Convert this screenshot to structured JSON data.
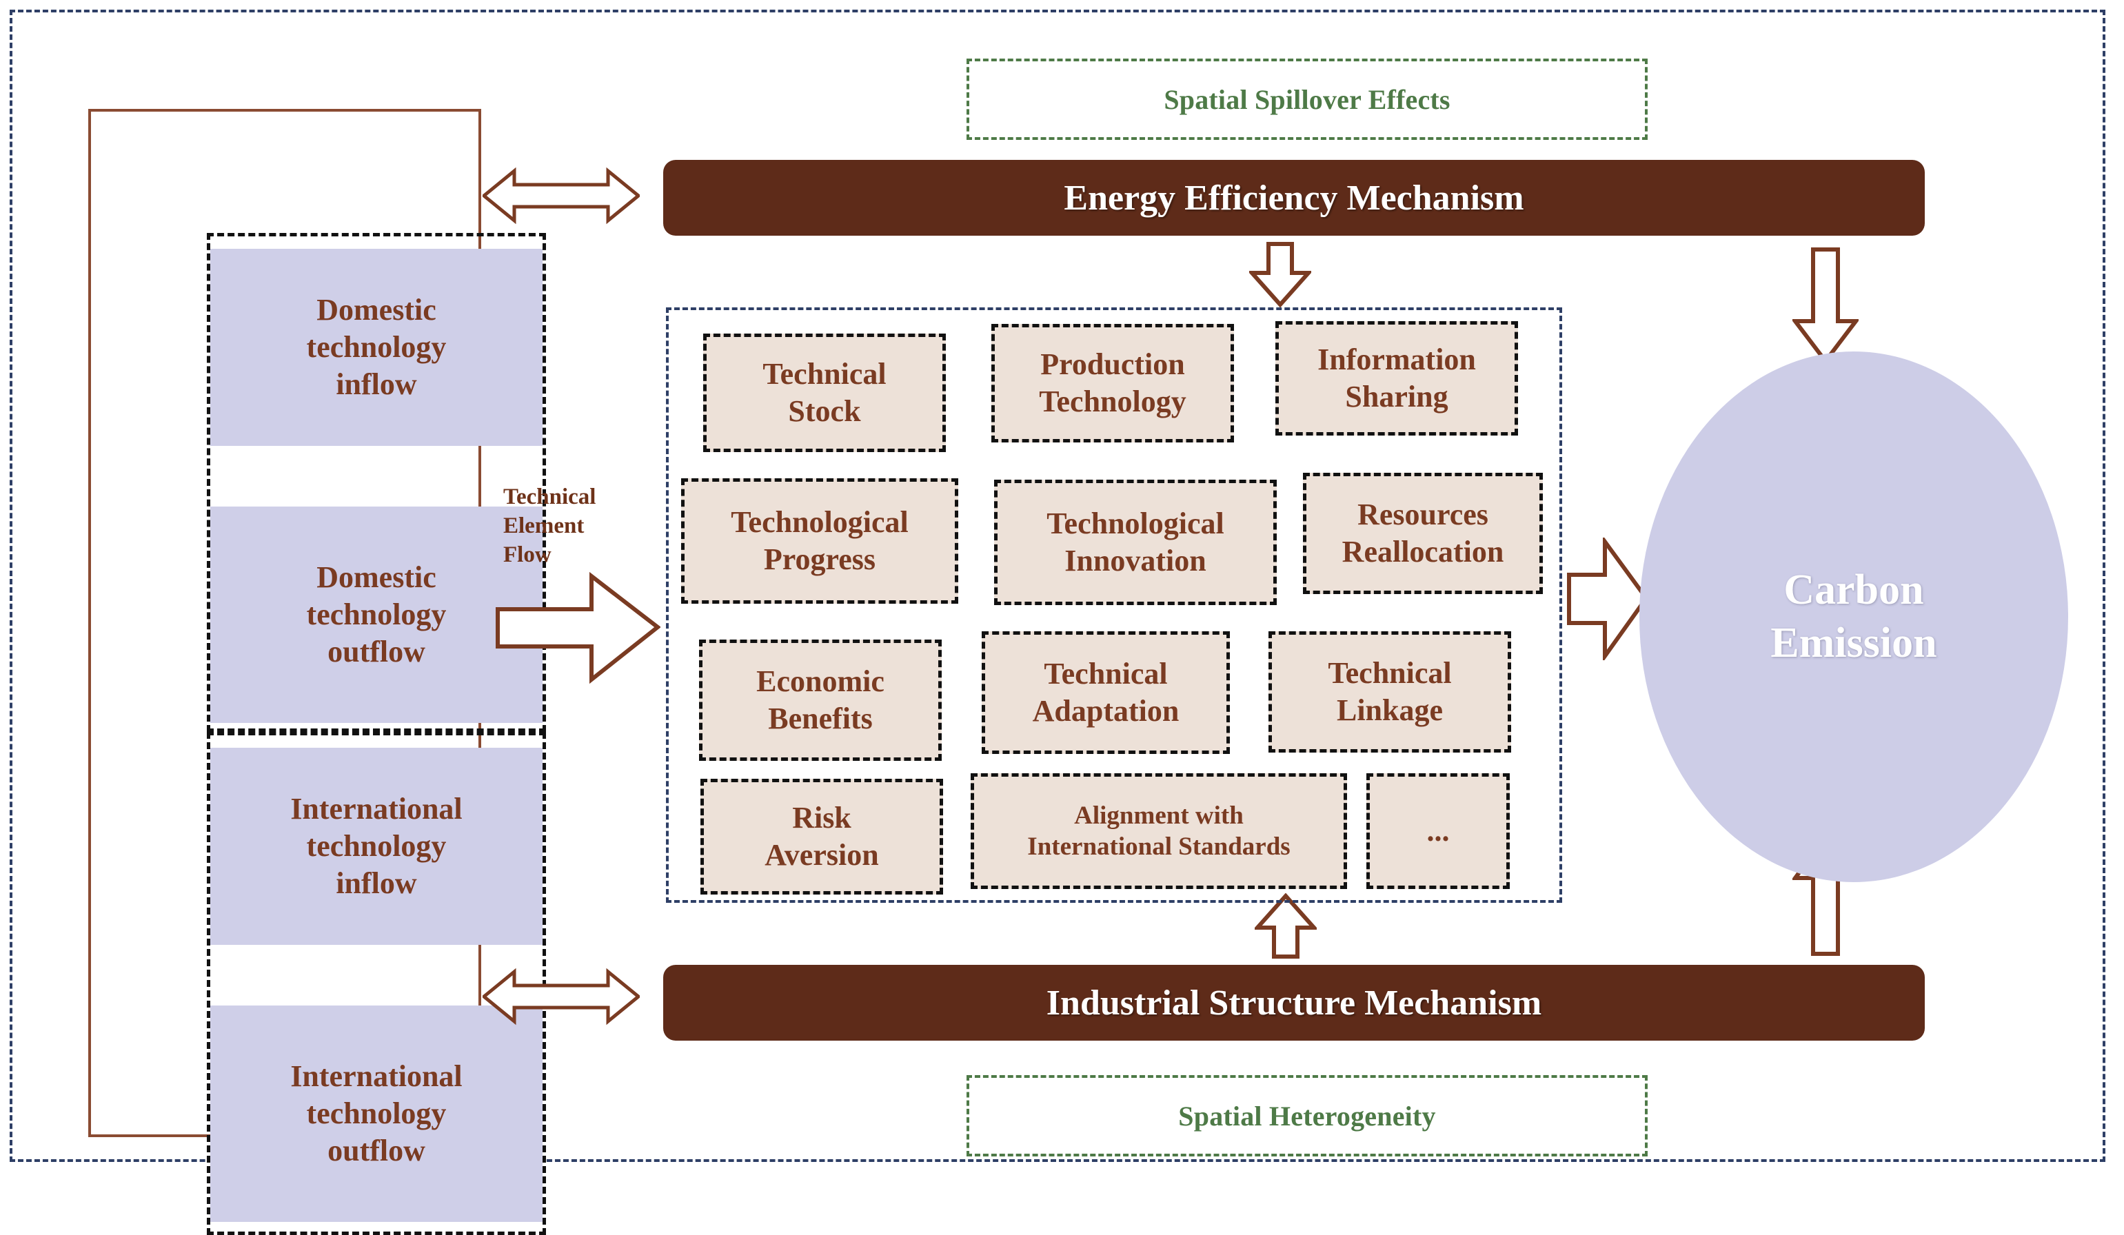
{
  "diagram": {
    "title": "Technology flow, mechanisms and carbon emission framework",
    "colors": {
      "outer_border": "#2E3F66",
      "tech_container_border": "#8A4B32",
      "tech_cell_fill": "#CFCFE8",
      "tech_cell_text": "#7A3B22",
      "mechanism_bar_fill": "#5E2B19",
      "mechanism_bar_text": "#FFFFFF",
      "capability_box_fill": "#EDE1D8",
      "capability_box_text": "#7A3B22",
      "capability_box_border": "#111111",
      "grid_border": "#2E3F66",
      "spillover_green": "#4E7A47",
      "carbon_fill": "#CDCDE7",
      "carbon_text": "#FFFFFF",
      "arrow_stroke": "#7A3B22"
    }
  },
  "left_panel": {
    "groups": [
      {
        "name": "domestic",
        "cells": [
          {
            "lines": [
              "Domestic",
              "technology",
              "inflow"
            ]
          },
          {
            "lines": [
              "Domestic",
              "technology",
              "outflow"
            ]
          }
        ]
      },
      {
        "name": "international",
        "cells": [
          {
            "lines": [
              "International",
              "technology",
              "inflow"
            ]
          },
          {
            "lines": [
              "International",
              "technology",
              "outflow"
            ]
          }
        ]
      }
    ]
  },
  "flow": {
    "label_lines": [
      "Technical",
      "Element",
      "Flow"
    ],
    "label_text": "Technical Element Flow",
    "arrow_direction": "right"
  },
  "spillover": {
    "top_label": "Spatial Spillover Effects",
    "bottom_label": "Spatial Heterogeneity"
  },
  "mechanisms": {
    "top": "Energy Efficiency Mechanism",
    "bottom": "Industrial Structure Mechanism"
  },
  "capabilities": {
    "rows": [
      [
        {
          "lines": [
            "Technical",
            "Stock"
          ]
        },
        {
          "lines": [
            "Production",
            "Technology"
          ]
        },
        {
          "lines": [
            "Information",
            "Sharing"
          ]
        }
      ],
      [
        {
          "lines": [
            "Technological",
            "Progress"
          ]
        },
        {
          "lines": [
            "Technological",
            "Innovation"
          ]
        },
        {
          "lines": [
            "Resources",
            "Reallocation"
          ]
        }
      ],
      [
        {
          "lines": [
            "Economic",
            "Benefits"
          ]
        },
        {
          "lines": [
            "Technical",
            "Adaptation"
          ]
        },
        {
          "lines": [
            "Technical",
            "Linkage"
          ]
        }
      ],
      [
        {
          "lines": [
            "Risk",
            "Aversion"
          ]
        },
        {
          "lines": [
            "Alignment with",
            "International Standards"
          ]
        },
        {
          "lines": [
            "..."
          ]
        }
      ]
    ]
  },
  "outcome": {
    "lines": [
      "Carbon",
      "Emission"
    ],
    "label": "Carbon Emission"
  },
  "arrows": {
    "domestic_bidirectional": "Domestic technology group ↔ Energy Efficiency Mechanism",
    "international_bidirectional": "International technology group ↔ Industrial Structure Mechanism",
    "energy_to_grid": "Energy Efficiency Mechanism → capability grid (down)",
    "industry_to_grid": "Industrial Structure Mechanism → capability grid (up)",
    "grid_to_carbon": "capability grid → Carbon Emission (right)",
    "energy_to_carbon": "Energy Efficiency Mechanism → Carbon Emission (down)",
    "industry_to_carbon": "Industrial Structure Mechanism → Carbon Emission (up)"
  }
}
